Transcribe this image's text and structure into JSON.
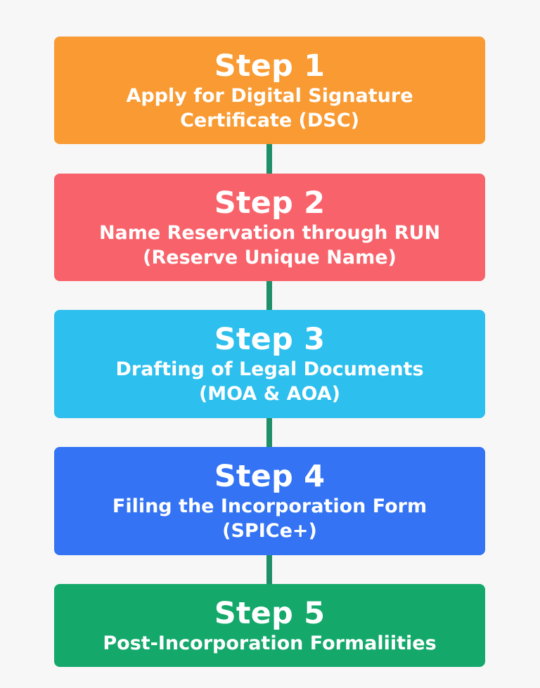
{
  "steps": [
    {
      "title": "Step 1",
      "lines": [
        "Apply for Digital Signature",
        "Certificate (DSC)"
      ],
      "color": "#f99a32"
    },
    {
      "title": "Step 2",
      "lines": [
        "Name Reservation through RUN",
        "(Reserve Unique Name)"
      ],
      "color": "#f8636b"
    },
    {
      "title": "Step 3",
      "lines": [
        "Drafting of Legal Documents",
        "(MOA & AOA)"
      ],
      "color": "#2dbfed"
    },
    {
      "title": "Step 4",
      "lines": [
        "Filing the Incorporation Form",
        "(SPICe+)"
      ],
      "color": "#3373f4"
    },
    {
      "title": "Step 5",
      "lines": [
        "Post-Incorporation Formaliities"
      ],
      "color": "#14a86b"
    }
  ],
  "connector_color": "#1f8f6a"
}
